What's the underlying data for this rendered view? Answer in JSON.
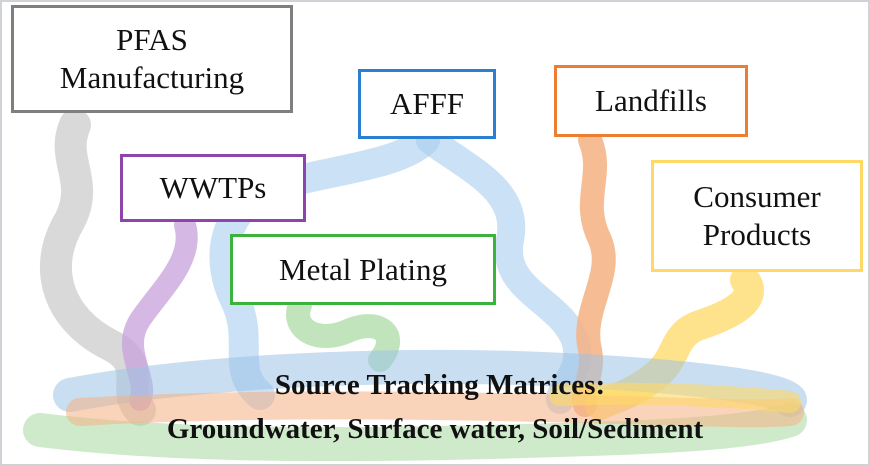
{
  "sources": [
    {
      "id": "pfas",
      "label": "PFAS\nManufacturing",
      "color": "#7f7f7f"
    },
    {
      "id": "wwtps",
      "label": "WWTPs",
      "color": "#8e44ad"
    },
    {
      "id": "afff",
      "label": "AFFF",
      "color": "#2b7fd1"
    },
    {
      "id": "metal",
      "label": "Metal Plating",
      "color": "#3cb33c"
    },
    {
      "id": "landfills",
      "label": "Landfills",
      "color": "#ed7d31"
    },
    {
      "id": "consumer",
      "label": "Consumer\nProducts",
      "color": "#ffd966"
    }
  ],
  "matrices": {
    "title": "Source Tracking Matrices:",
    "items": "Groundwater, Surface water, Soil/Sediment"
  },
  "frame_color": "#cfd3d8"
}
